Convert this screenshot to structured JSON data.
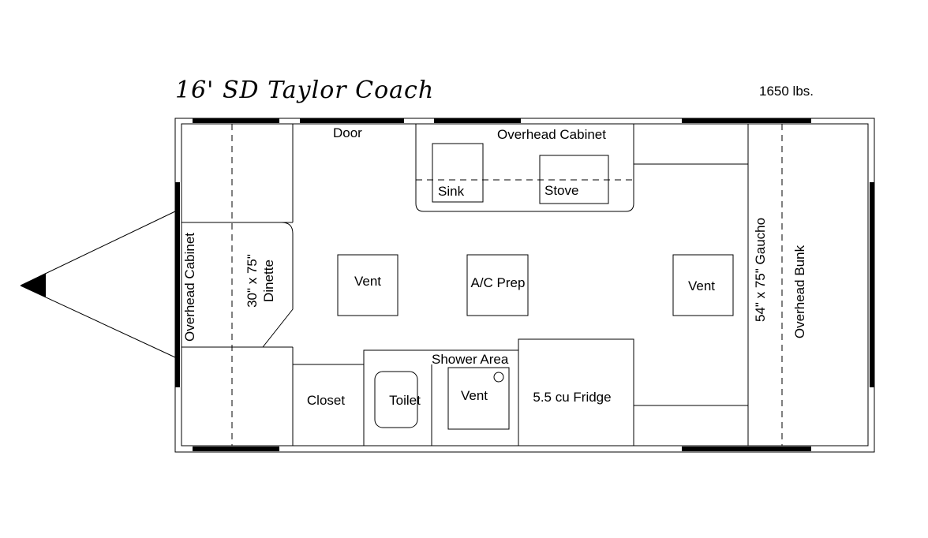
{
  "title": "16' SD Taylor Coach",
  "weight": "1650 lbs.",
  "labels": {
    "door": "Door",
    "overhead_cabinet_top": "Overhead Cabinet",
    "sink": "Sink",
    "stove": "Stove",
    "overhead_cabinet_left": "Overhead Cabinet",
    "dinette_line1": "30\" x 75\"",
    "dinette_line2": "Dinette",
    "vent_left": "Vent",
    "ac_prep": "A/C Prep",
    "vent_right": "Vent",
    "gaucho": "54\" x 75\" Gaucho",
    "overhead_bunk": "Overhead Bunk",
    "shower_area": "Shower Area",
    "closet": "Closet",
    "toilet": "Toilet",
    "vent_shower": "Vent",
    "fridge": "5.5 cu Fridge"
  }
}
